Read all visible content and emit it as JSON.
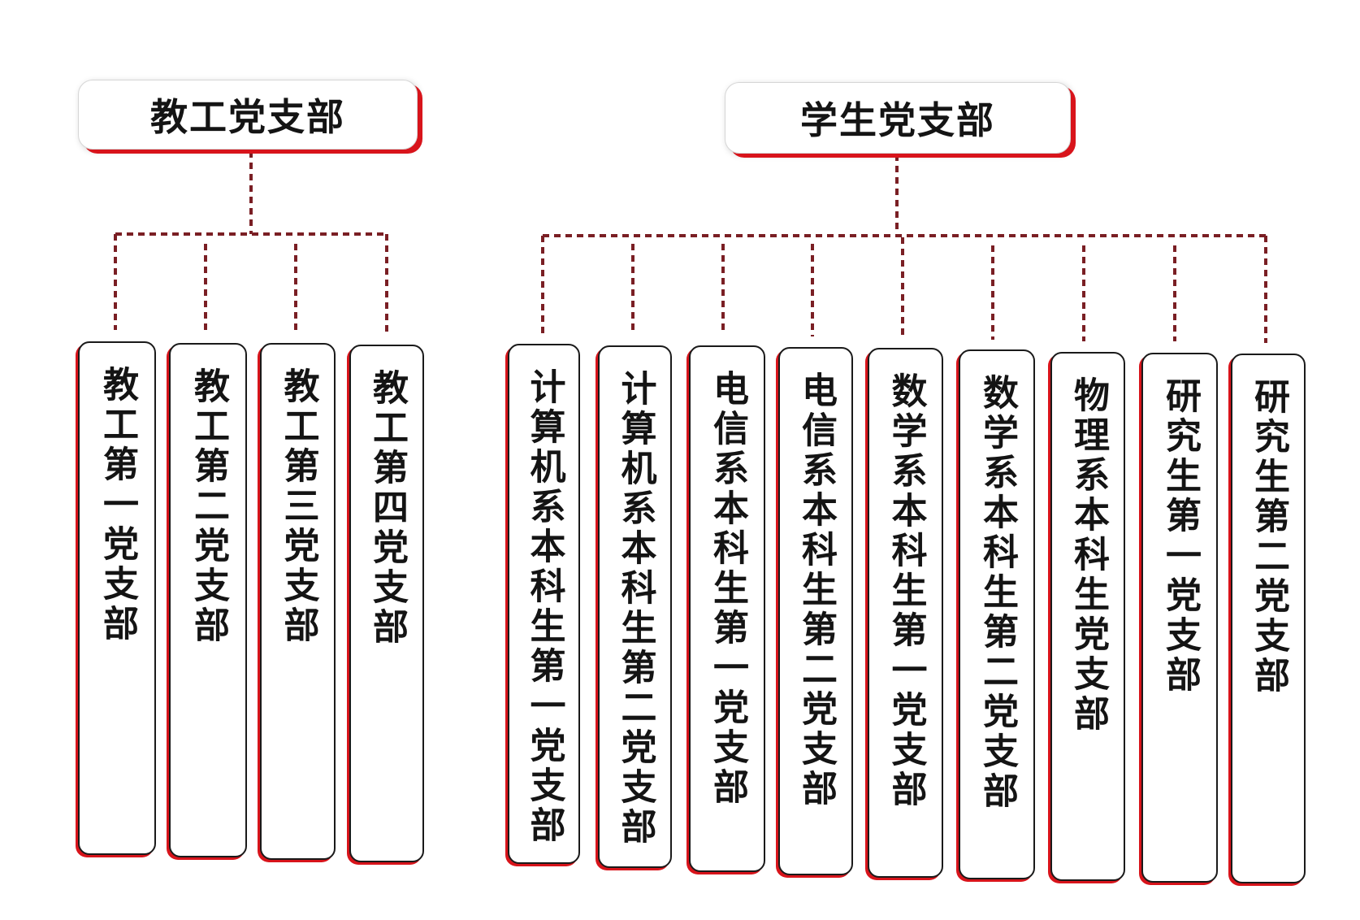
{
  "faculty": {
    "title": "教工党支部",
    "branches": [
      "教工第一党支部",
      "教工第二党支部",
      "教工第三党支部",
      "教工第四党支部"
    ]
  },
  "student": {
    "title": "学生党支部",
    "branches": [
      "计算机系本科生第一党支部",
      "计算机系本科生第二党支部",
      "电信系本科生第一党支部",
      "电信系本科生第二党支部",
      "数学系本科生第一党支部",
      "数学系本科生第二党支部",
      "物理系本科生党支部",
      "研究生第一党支部",
      "研究生第二党支部"
    ]
  },
  "colors": {
    "accent": "#d8141b",
    "connector": "#7a1f24",
    "text": "#141414"
  }
}
